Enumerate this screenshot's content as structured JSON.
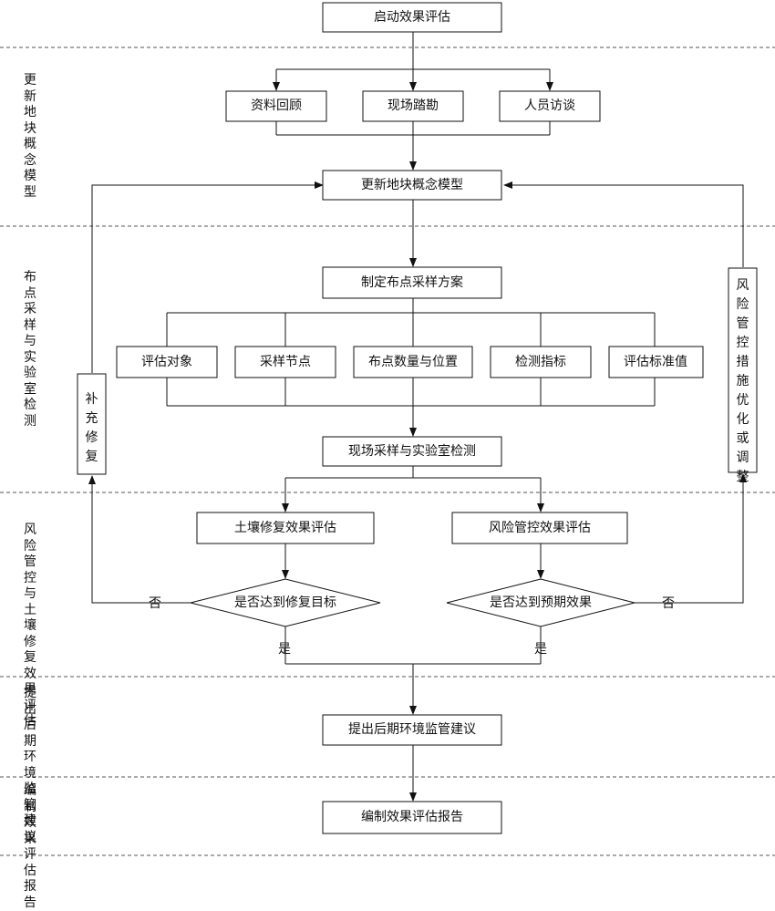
{
  "nodes": {
    "start": "启动效果评估",
    "data_review": "资料回顾",
    "site_survey": "现场踏勘",
    "interview": "人员访谈",
    "update_model": "更新地块概念模型",
    "sampling_plan": "制定布点采样方案",
    "target": "评估对象",
    "sampling_node": "采样节点",
    "point_count_location": "布点数量与位置",
    "test_indicators": "检测指标",
    "criteria": "评估标准值",
    "field_lab": "现场采样与实验室检测",
    "soil_eval": "土壤修复效果评估",
    "risk_eval": "风险管控效果评估",
    "soil_decision": "是否达到修复目标",
    "risk_decision": "是否达到预期效果",
    "supplement": "补充修复",
    "risk_optimize": "风险管控措施优化或调整",
    "suggestions": "提出后期环境监管建议",
    "report": "编制效果评估报告"
  },
  "edge_labels": {
    "soil_no": "否",
    "soil_yes": "是",
    "risk_no": "否",
    "risk_yes": "是"
  },
  "stages": [
    "更新地块概念模型",
    "布点采样与实验室检测",
    "风险管控与土壤修复效果评估",
    "提出后期环境监管建议",
    "编制效果评估报告"
  ]
}
